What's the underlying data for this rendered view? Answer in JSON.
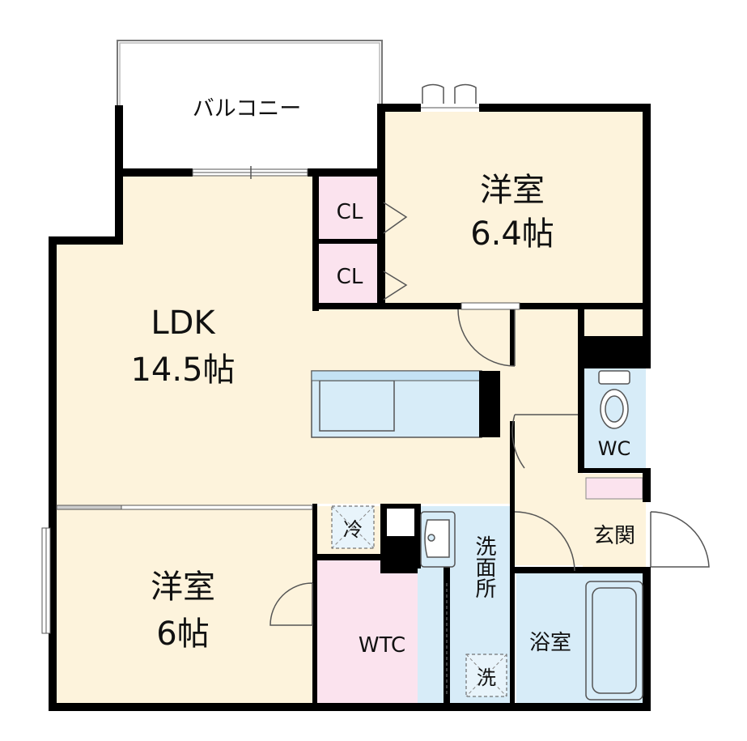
{
  "floorplan": {
    "balcony": "バルコニー",
    "western_room_north": {
      "name": "洋室",
      "size": "6.4帖"
    },
    "closet_1": "CL",
    "closet_2": "CL",
    "ldk": {
      "name": "LDK",
      "size": "14.5帖"
    },
    "western_room_south": {
      "name": "洋室",
      "size": "6帖"
    },
    "refrigerator": "冷",
    "wtc": "WTC",
    "washroom": "洗面所",
    "washing_machine": "洗",
    "bathroom": "浴室",
    "wc": "WC",
    "entrance": "玄関"
  },
  "colors": {
    "floor_beige": "#fdf3dc",
    "wet_area_blue": "#d7ecf8",
    "wtc_pink": "#fbe3ee",
    "wall": "#000000"
  }
}
